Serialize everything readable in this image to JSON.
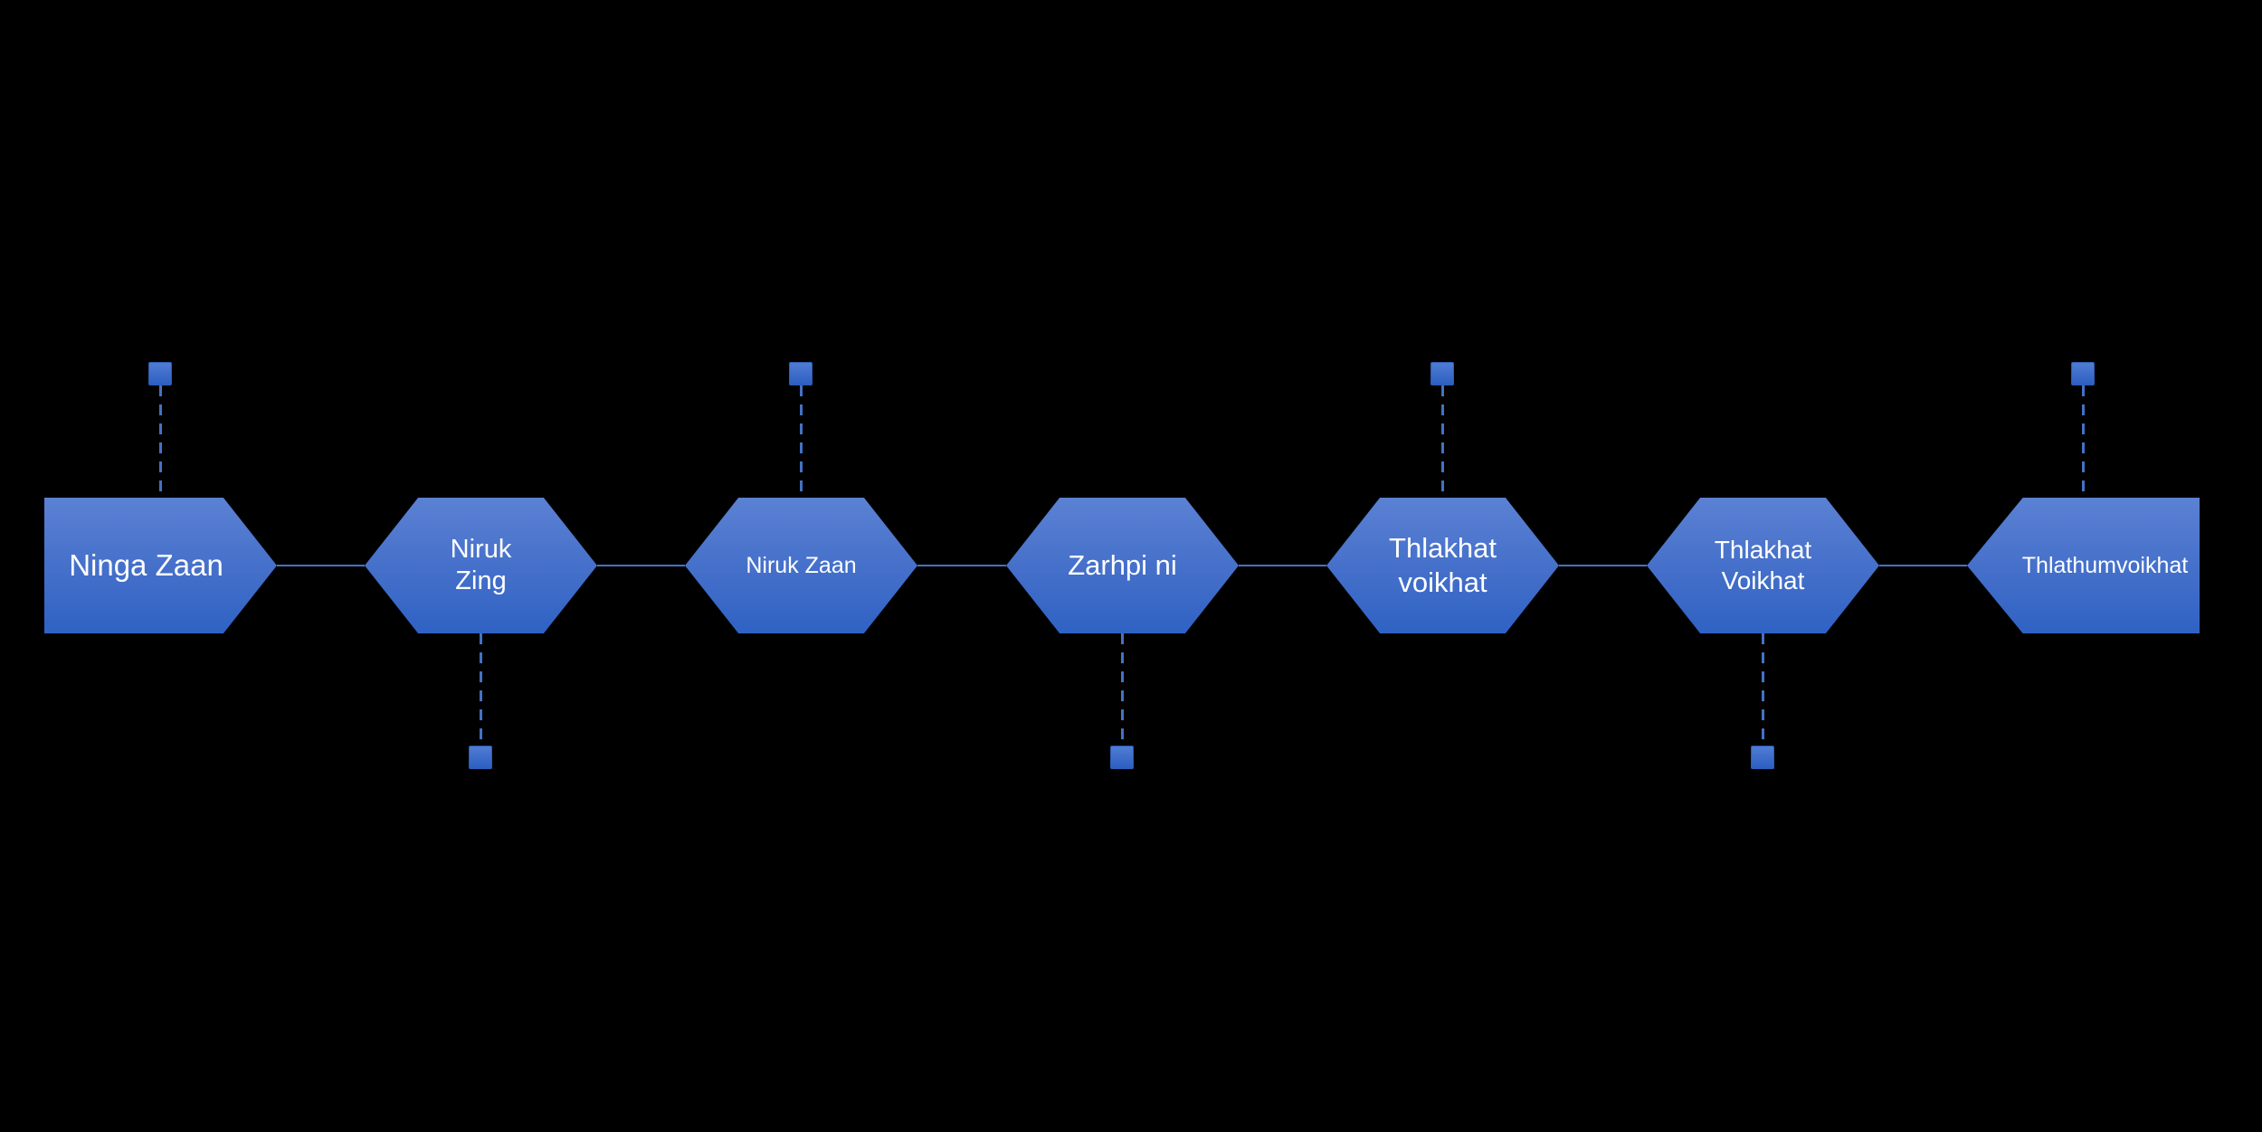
{
  "slide": {
    "background_color": "#000000",
    "diagram": {
      "kind": "horizontal-process-flow",
      "colors": {
        "shape_gradient_top": "#5B81D3",
        "shape_gradient_bottom": "#2F62C4",
        "connector_line": "#4472C4",
        "handle_fill_top": "#507CD2",
        "handle_fill_bottom": "#2D5FC2",
        "label_text": "#FFFFFF"
      },
      "nodes": [
        {
          "label": "Ninga Zaan",
          "lines": [
            "Ninga Zaan"
          ],
          "shape": "pentagon-arrow-right",
          "handle_position": "top"
        },
        {
          "label": "Niruk Zing",
          "lines": [
            "Niruk",
            "Zing"
          ],
          "shape": "hexagon",
          "handle_position": "bottom"
        },
        {
          "label": "Niruk Zaan",
          "lines": [
            "Niruk Zaan"
          ],
          "shape": "hexagon",
          "handle_position": "top"
        },
        {
          "label": "Zarhpi ni",
          "lines": [
            "Zarhpi ni"
          ],
          "shape": "hexagon",
          "handle_position": "bottom"
        },
        {
          "label": "Thlakhat voikhat",
          "lines": [
            "Thlakhat",
            "voikhat"
          ],
          "shape": "hexagon",
          "handle_position": "top"
        },
        {
          "label": "Thlakhat Voikhat",
          "lines": [
            "Thlakhat",
            "Voikhat"
          ],
          "shape": "hexagon",
          "handle_position": "bottom"
        },
        {
          "label": "Thlathumvoikhat",
          "lines": [
            "Thlathumvoikhat"
          ],
          "shape": "pentagon-notch-left",
          "handle_position": "top"
        }
      ]
    }
  }
}
